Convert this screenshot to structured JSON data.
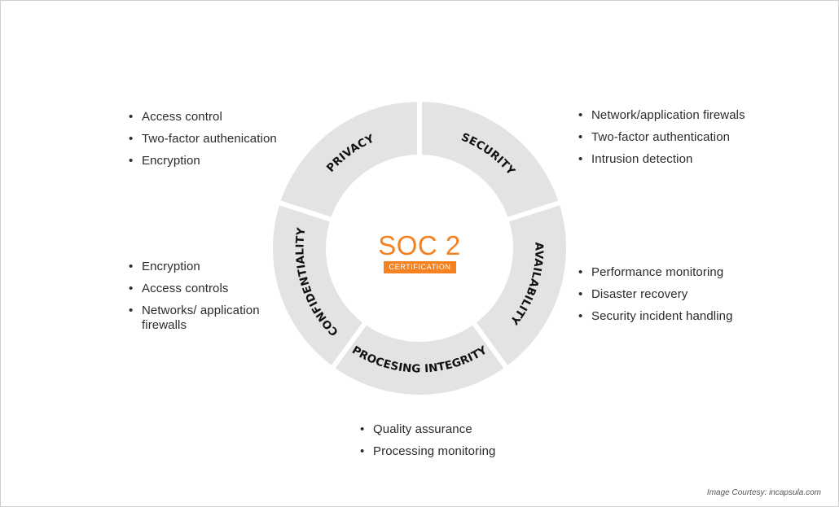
{
  "center": {
    "title": "SOC 2",
    "badge": "CERTIFICATION",
    "accent_color": "#f58220"
  },
  "segments": [
    {
      "label": "PRIVACY",
      "items": [
        "Access control",
        "Two-factor authenication",
        "Encryption"
      ]
    },
    {
      "label": "SECURITY",
      "items": [
        "Network/application firewals",
        "Two-factor authentication",
        "Intrusion detection"
      ]
    },
    {
      "label": "AVAILABILITY",
      "items": [
        "Performance monitoring",
        "Disaster recovery",
        "Security incident handling"
      ]
    },
    {
      "label": "PROCESING INTEGRITY",
      "items": [
        "Quality assurance",
        "Processing monitoring"
      ]
    },
    {
      "label": "CONFIDENTIALITY",
      "items": [
        "Encryption",
        "Access controls",
        "Networks/ application firewalls"
      ]
    }
  ],
  "segment_color": "#e3e3e3",
  "credit": "Image Courtesy: incapsula.com"
}
